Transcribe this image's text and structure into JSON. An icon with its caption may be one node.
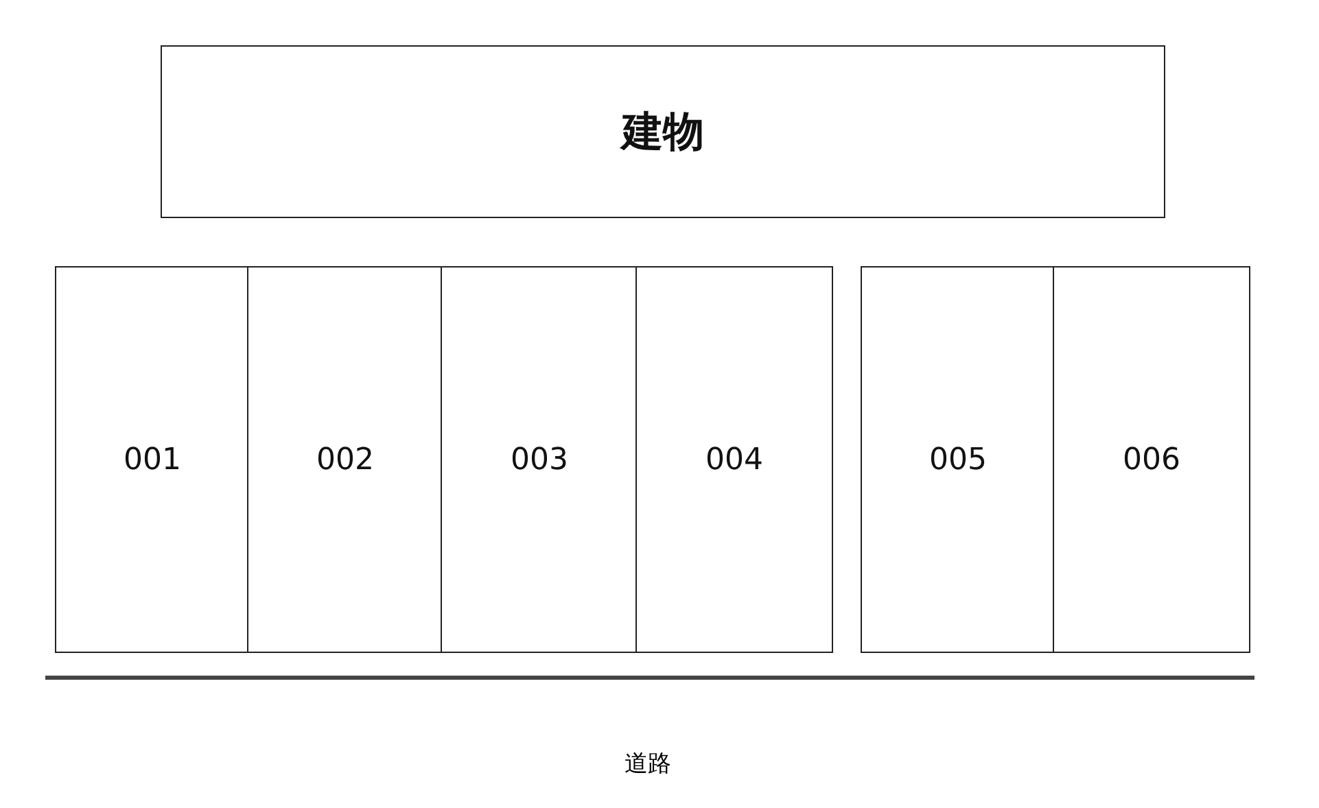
{
  "diagram": {
    "nodes": [
      {
        "text": [
          "建物"
        ]
      },
      {
        "text": [
          "001"
        ]
      },
      {
        "text": [
          "002"
        ]
      },
      {
        "text": [
          "003"
        ]
      },
      {
        "text": [
          "004"
        ]
      },
      {
        "text": [
          "005"
        ]
      },
      {
        "text": [
          "006"
        ]
      }
    ],
    "labels": [
      "道路"
    ]
  }
}
